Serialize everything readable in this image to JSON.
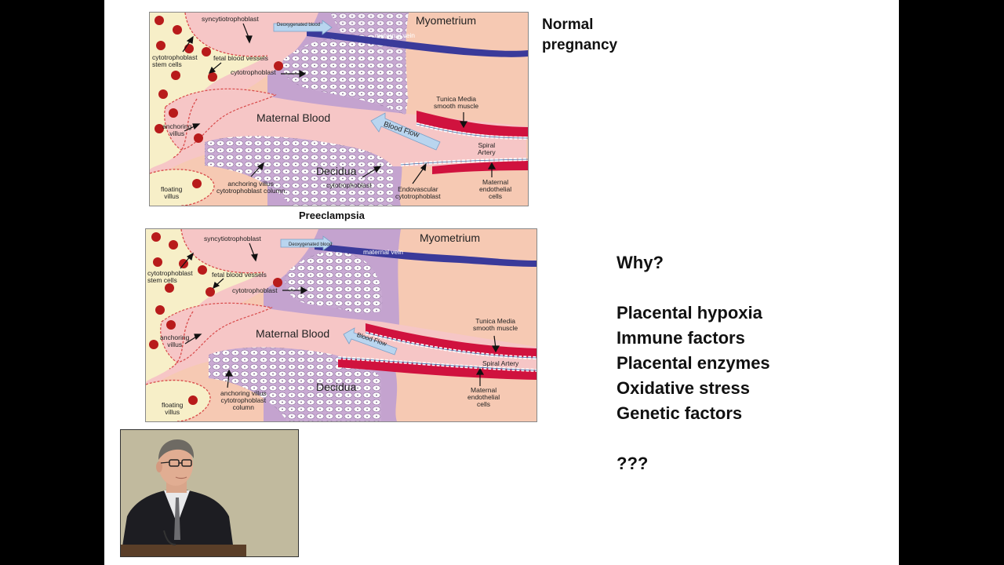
{
  "slide": {
    "normal_heading": "Normal\npregnancy",
    "preeclampsia_heading": "Preeclampsia",
    "right_list": {
      "question": "Why?",
      "items": [
        "Placental hypoxia",
        "Immune factors",
        "Placental enzymes",
        "Oxidative stress",
        "Genetic factors"
      ],
      "unknown": "???"
    }
  },
  "diagram_normal": {
    "labels": {
      "syncytiotrophoblast": "syncytiotrophoblast",
      "deoxygenated_blood": "Deoxygenated blood",
      "maternal_vein": "maternal vein",
      "myometrium": "Myometrium",
      "cytotrophoblast_stem_cells": "cytotrophoblast\nstem cells",
      "fetal_blood_vessels": "fetal blood vessels",
      "cytotrophoblast": "cytotrophoblast",
      "tunica_media": "Tunica Media\nsmooth muscle",
      "maternal_blood": "Maternal Blood",
      "anchoring_villus": "anchoring\nvillus",
      "blood_flow": "Blood Flow",
      "spiral_artery": "Spiral\nArtery",
      "decidua": "Decidua",
      "decidua_cytotrophoblast": "cytotrophoblast",
      "anchoring_villus_column": "anchoring villus\ncytotrophoblast column",
      "endovascular": "Endovascular\ncytotrophoblast",
      "maternal_endothelial": "Maternal\nendothelial\ncells",
      "floating_villus": "floating\nvillus"
    }
  },
  "diagram_preeclampsia": {
    "labels": {
      "syncytiotrophoblast": "syncytiotrophoblast",
      "deoxygenated_blood": "Deoxygenated blood",
      "maternal_vein": "maternal vein",
      "myometrium": "Myometrium",
      "cytotrophoblast_stem_cells": "cytotrophoblast\nstem cells",
      "fetal_blood_vessels": "fetal blood vessels",
      "cytotrophoblast": "cytotrophoblast",
      "tunica_media": "Tunica Media\nsmooth muscle",
      "maternal_blood": "Maternal Blood",
      "anchoring_villus": "anchoring\nvillus",
      "blood_flow": "Blood Flow",
      "spiral_artery": "Spiral Artery",
      "decidua": "Decidua",
      "anchoring_villus_column": "anchoring villus\ncytotrophoblast\ncolumn",
      "maternal_endothelial": "Maternal\nendothelial\ncells",
      "floating_villus": "floating\nvillus"
    }
  },
  "colors": {
    "fetal_bg": "#f7efc8",
    "maternal_blood": "#f6c6c6",
    "decidua": "#c4a3cf",
    "myometrium": "#f6c9b3",
    "vein": "#3a3a9a",
    "artery": "#d0123e",
    "rbc": "#b81b1b"
  }
}
